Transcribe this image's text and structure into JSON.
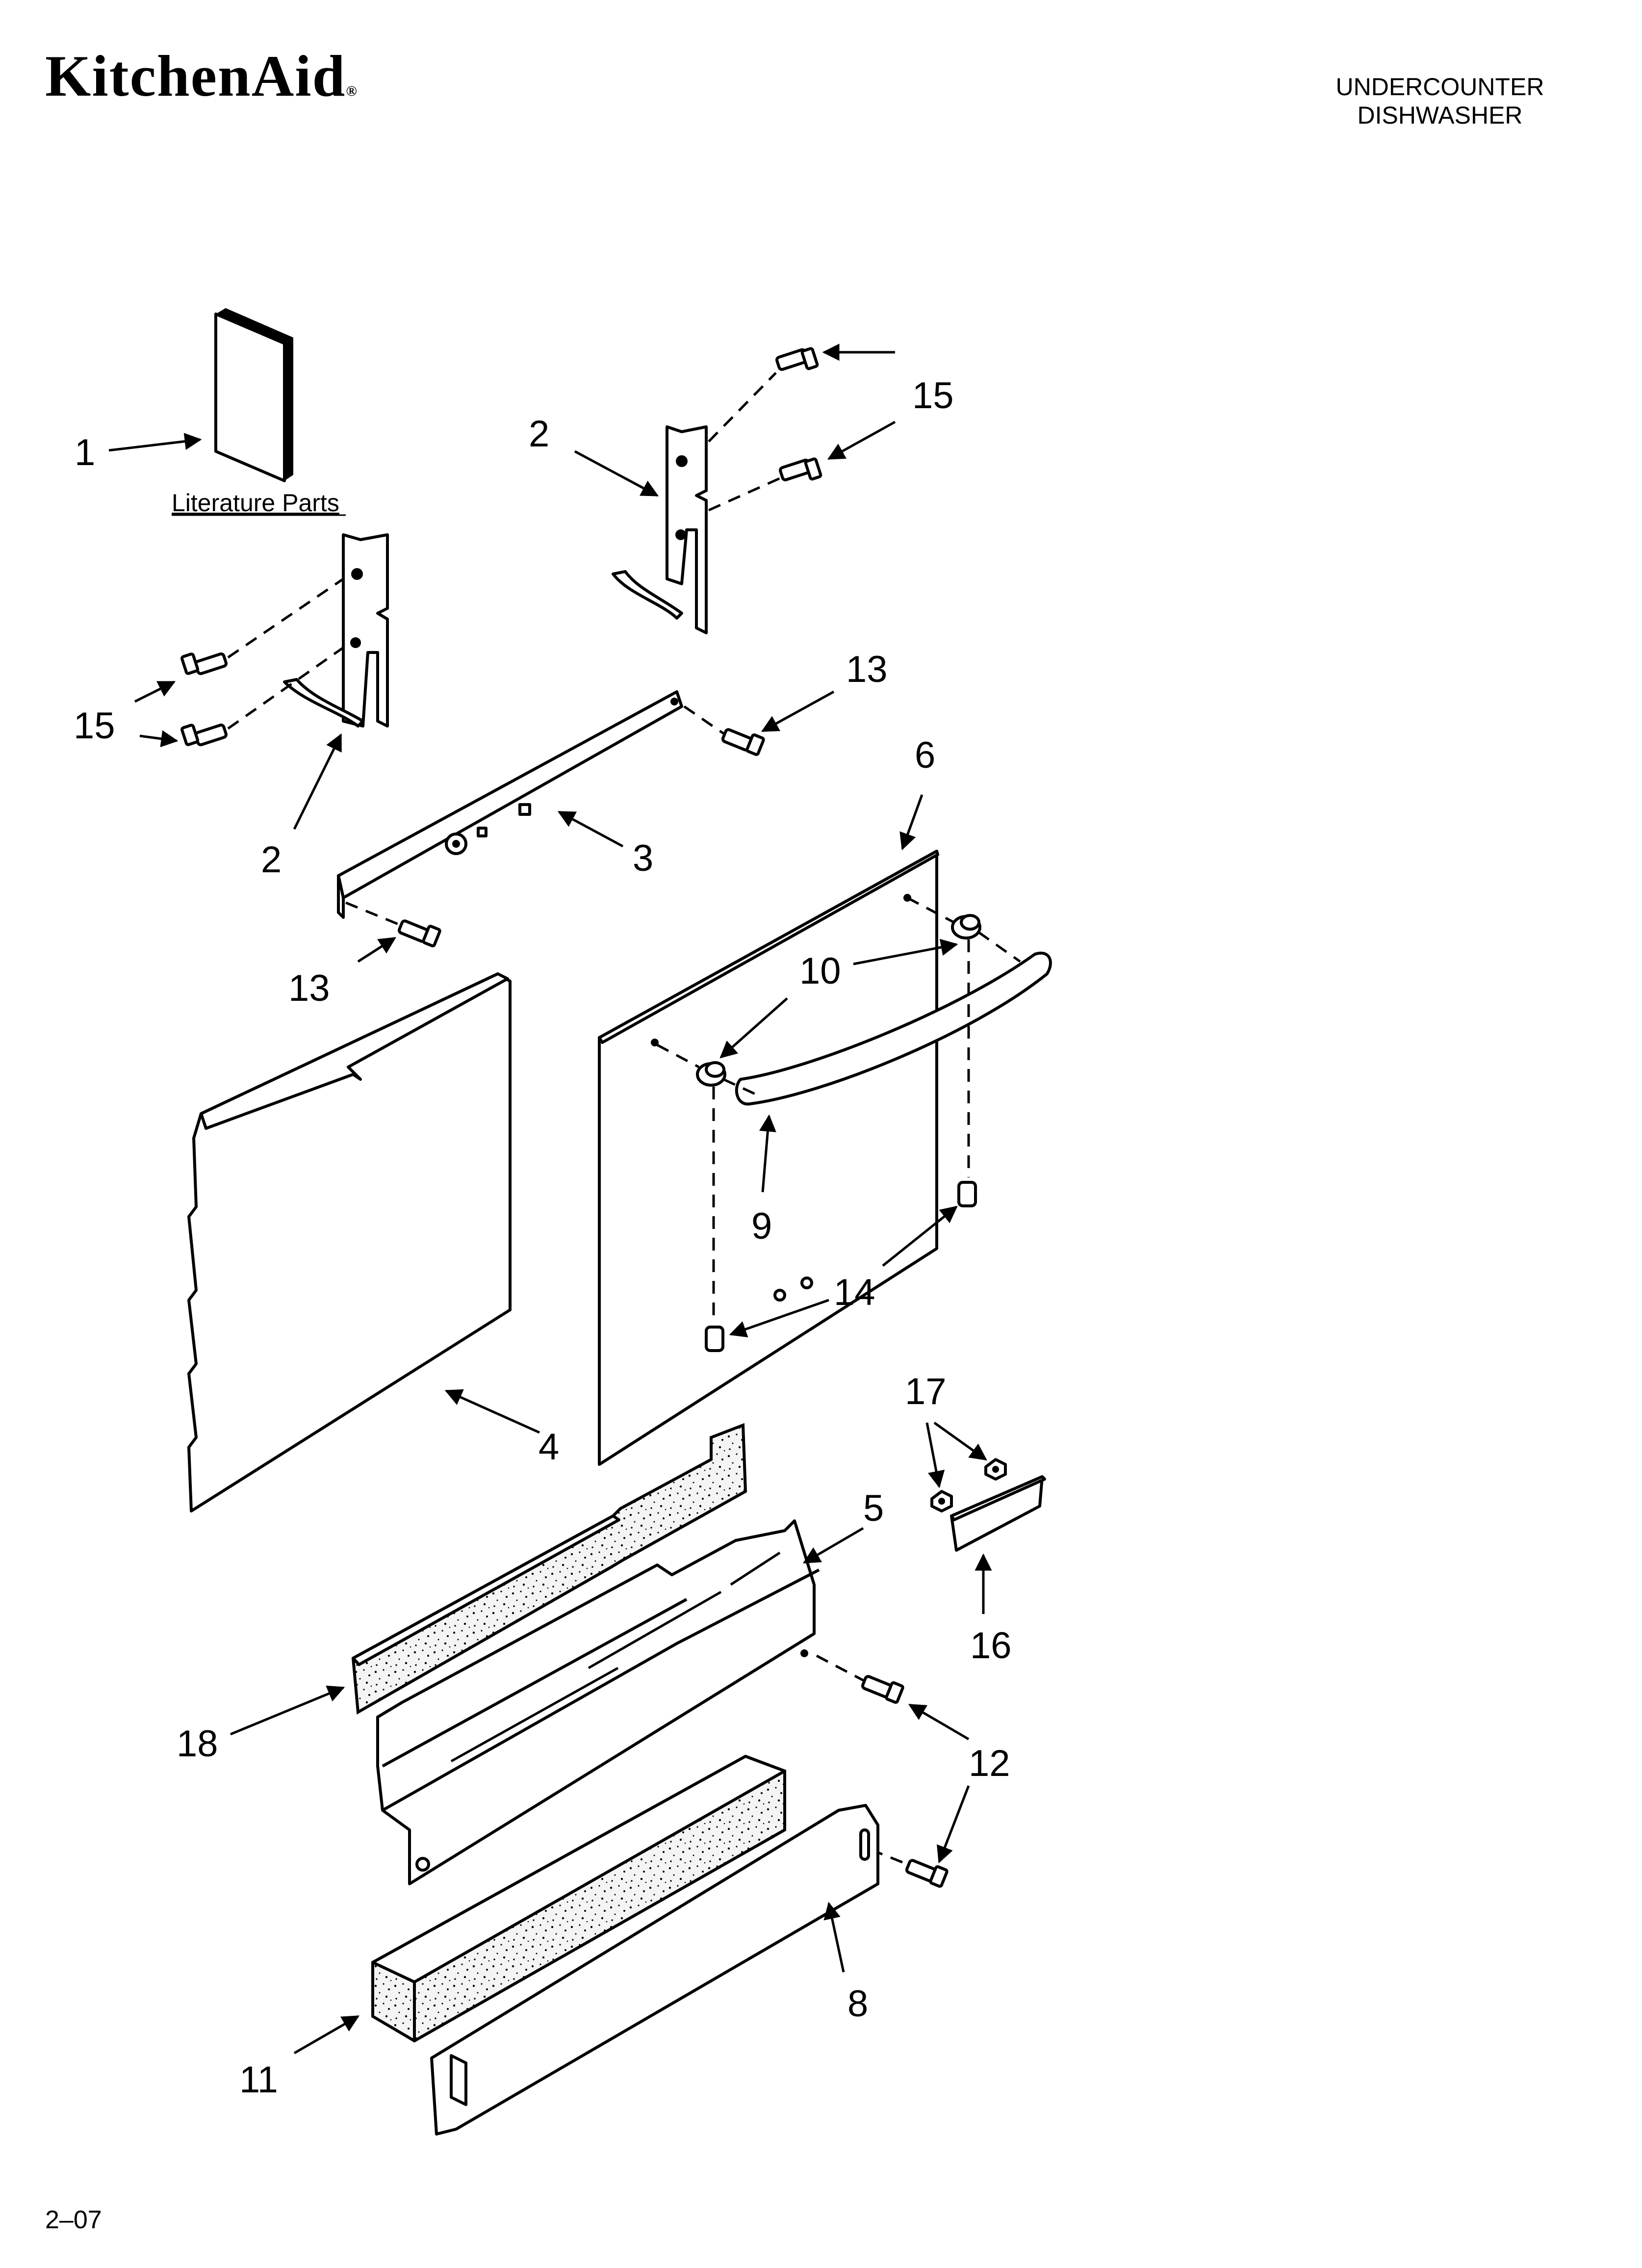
{
  "header": {
    "brand": "KitchenAid",
    "registered_mark": "®",
    "product_line1": "UNDERCOUNTER",
    "product_line2": "DISHWASHER"
  },
  "literature_label": "Literature Parts",
  "callouts": {
    "c1": "1",
    "c2a": "2",
    "c2b": "2",
    "c3": "3",
    "c4": "4",
    "c5": "5",
    "c6": "6",
    "c8": "8",
    "c9": "9",
    "c10a": "10",
    "c10b": "10",
    "c11": "11",
    "c12": "12",
    "c13a": "13",
    "c13b": "13",
    "c14": "14",
    "c15a": "15",
    "c15b": "15",
    "c16": "16",
    "c17": "17",
    "c18": "18"
  },
  "footer": {
    "date_code": "2–07"
  }
}
